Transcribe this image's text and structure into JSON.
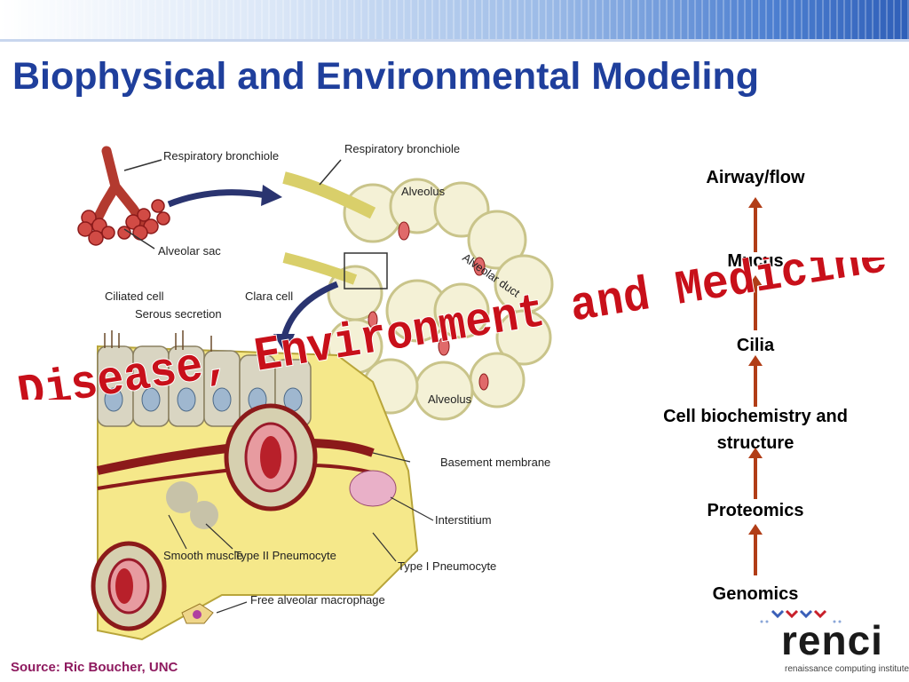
{
  "slide": {
    "title": "Biophysical and Environmental Modeling",
    "source": "Source: Ric Boucher, UNC",
    "overlay_text": "Disease, Environment and Medicine"
  },
  "diagram": {
    "labels": {
      "respiratory_bronchiole_1": "Respiratory bronchiole",
      "respiratory_bronchiole_2": "Respiratory bronchiole",
      "alveolar_sac": "Alveolar sac",
      "alveolus_1": "Alveolus",
      "alveolus_2": "Alveolus",
      "alveolar_duct": "Alveolar duct",
      "ciliated_cell": "Ciliated cell",
      "serous_secretion": "Serous secretion",
      "clara_cell": "Clara cell",
      "basement_membrane": "Basement membrane",
      "interstitium": "Interstitium",
      "smooth_muscle": "Smooth muscle",
      "type_ii": "Type II Pneumocyte",
      "type_i": "Type I Pneumocyte",
      "free_macrophage": "Free alveolar macrophage"
    }
  },
  "ladder": {
    "levels": [
      "Airway/flow",
      "Mucus",
      "Cilia",
      "Cell biochemistry and structure",
      "Proteomics",
      "Genomics"
    ]
  },
  "logo": {
    "word": "renci",
    "tagline": "renaissance computing institute"
  },
  "colors": {
    "title": "#1f3f9c",
    "overlay": "#c8101a",
    "arrow": "#b13d17",
    "source": "#8e1a5f",
    "tissue_yellow": "#f5e88a",
    "vessel_red": "#8b1a1a"
  }
}
